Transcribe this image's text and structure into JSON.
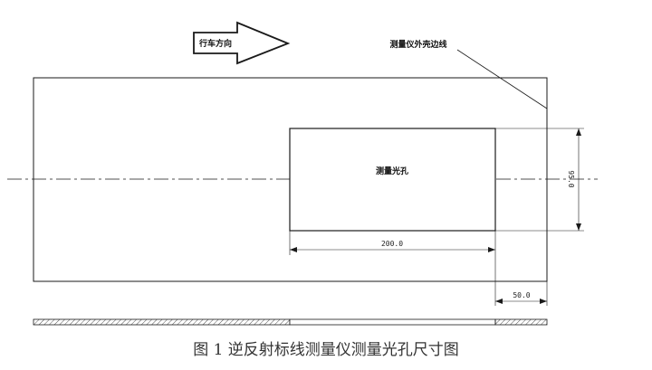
{
  "labels": {
    "direction": "行车方向",
    "outer_border": "测量仪外壳边线",
    "aperture": "测量光孔"
  },
  "dimensions": {
    "aperture_height": "95.0",
    "aperture_width": "200.0",
    "offset_right": "50.0"
  },
  "caption": "图 1 逆反射标线测量仪测量光孔尺寸图",
  "colors": {
    "line": "#1a1a1a",
    "hatch": "#555555"
  }
}
